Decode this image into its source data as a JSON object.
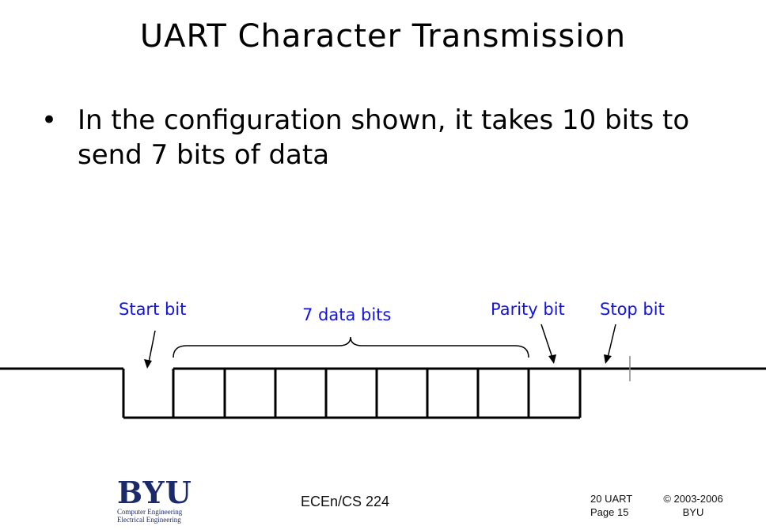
{
  "slide": {
    "title": "UART Character Transmission",
    "bullet_symbol": "•",
    "bullet_text": "In the configuration shown, it takes 10 bits to send 7 bits of data"
  },
  "diagram": {
    "labels": {
      "start": "Start bit",
      "data": "7 data bits",
      "parity": "Parity bit",
      "stop": "Stop bit"
    },
    "line_color": "#000000",
    "label_color": "#1414e0"
  },
  "footer": {
    "logo_text": "BYU",
    "logo_line1": "Computer Engineering",
    "logo_line2": "Electrical Engineering",
    "course": "ECEn/CS 224",
    "lecture": "20 UART",
    "page": "Page 15",
    "copyright_years": "© 2003-2006",
    "copyright_org": "BYU"
  }
}
